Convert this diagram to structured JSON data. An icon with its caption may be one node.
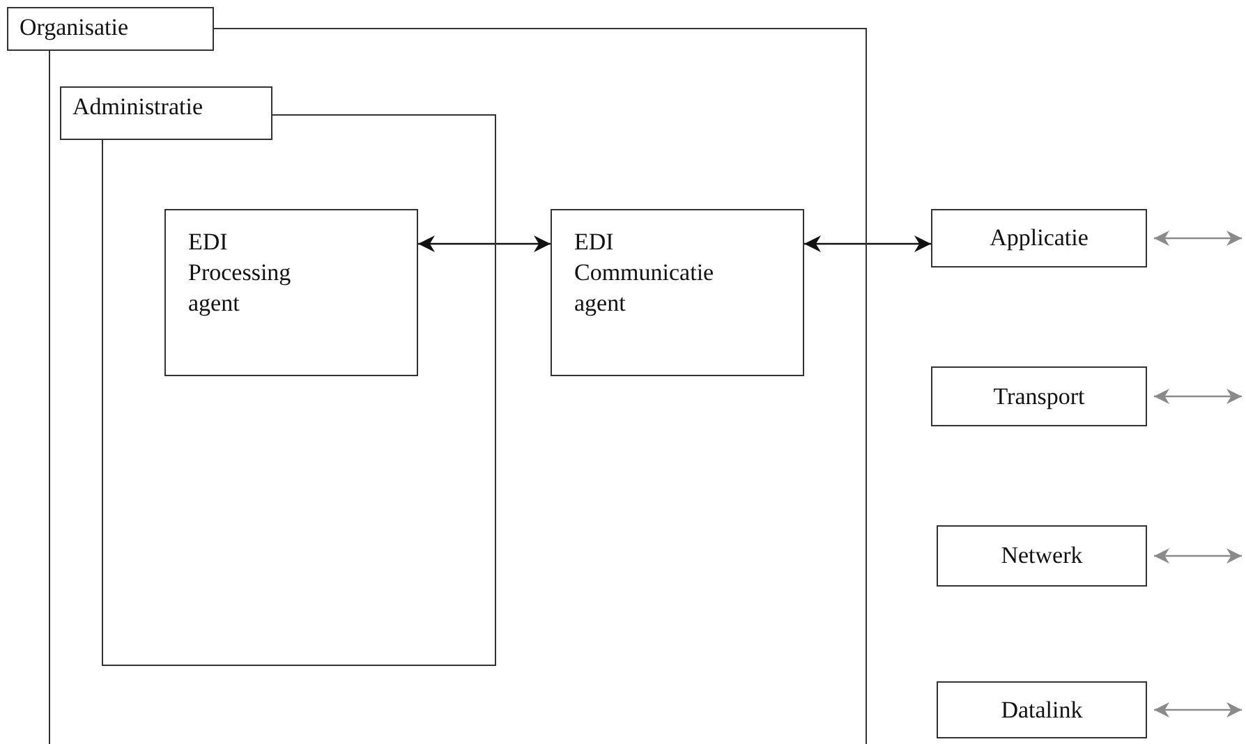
{
  "diagram": {
    "nodes": [
      {
        "text": [
          "Organisatie"
        ]
      },
      {
        "text": [
          "Administratie"
        ],
        "in": 0
      },
      {
        "text": [
          "EDI Processing agent"
        ],
        "in": 1
      },
      {
        "text": [
          "EDI Communicatie agent"
        ],
        "in": 0
      },
      {
        "text": [
          "Applicatie"
        ]
      },
      {
        "text": [
          "Transport"
        ]
      },
      {
        "text": [
          "Netwerk"
        ]
      },
      {
        "text": [
          "Datalink"
        ]
      }
    ],
    "edges": [
      {
        "from": 2,
        "to": 3,
        "arrow": "both",
        "color": "#111111"
      },
      {
        "from": 3,
        "to": 4,
        "arrow": "both",
        "color": "#111111"
      },
      {
        "from": 4,
        "to": null,
        "arrow": "both",
        "color": "#8a8a8a"
      },
      {
        "from": 5,
        "to": null,
        "arrow": "both",
        "color": "#8a8a8a"
      },
      {
        "from": 6,
        "to": null,
        "arrow": "both",
        "color": "#8a8a8a"
      },
      {
        "from": 7,
        "to": null,
        "arrow": "both",
        "color": "#8a8a8a"
      }
    ]
  }
}
